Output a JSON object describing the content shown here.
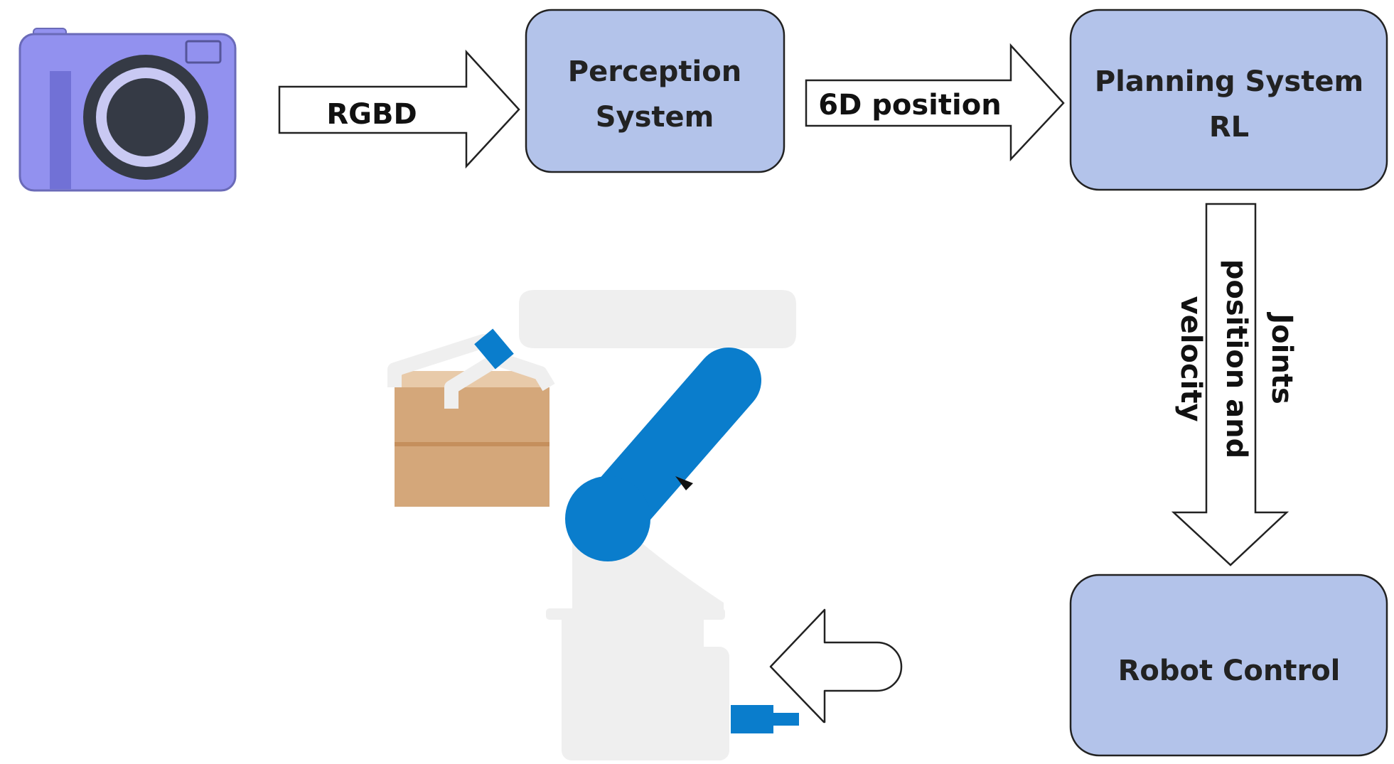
{
  "nodes": {
    "perception": {
      "line1": "Perception",
      "line2": "System"
    },
    "planning": {
      "line1": "Planning System",
      "line2": "RL"
    },
    "control": {
      "line1": "Robot Control"
    }
  },
  "edges": {
    "camera_to_perception": {
      "label": "RGBD"
    },
    "perception_to_planning": {
      "label": "6D position"
    },
    "planning_to_control": {
      "line1": "Joints",
      "line2": "position and",
      "line3": "velocity"
    }
  },
  "colors": {
    "box_fill": "#b3c3ea",
    "box_stroke": "#222222",
    "camera_body": "#9291ef",
    "camera_dark": "#7171d6",
    "camera_lens": "#353a45",
    "camera_ring": "#c9c9f3",
    "robot_blue": "#0a7dcc",
    "robot_gray": "#efefef",
    "box_brown": "#d4a77a"
  },
  "icons": [
    "camera-icon",
    "robot-arm-icon",
    "cardboard-box-icon"
  ]
}
